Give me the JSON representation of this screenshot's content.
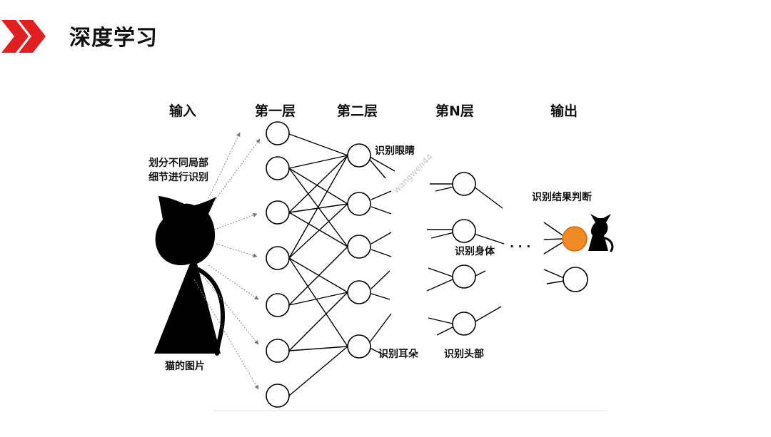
{
  "title": "深度学习",
  "colors": {
    "accent": "#e02020",
    "output_active": "#f08a24",
    "line": "#000000"
  },
  "columns": {
    "input": "输入",
    "layer1": "第一层",
    "layer2": "第二层",
    "layerN": "第N层",
    "output": "输出"
  },
  "annotations": {
    "split_details_line1": "划分不同局部",
    "split_details_line2": "细节进行识别",
    "cat_image": "猫的图片",
    "eyes": "识别眼睛",
    "body": "识别身体",
    "ears": "识别耳朵",
    "head": "识别头部",
    "result": "识别结果判断",
    "ellipsis": "· · ·"
  },
  "watermark": "wangwen44"
}
